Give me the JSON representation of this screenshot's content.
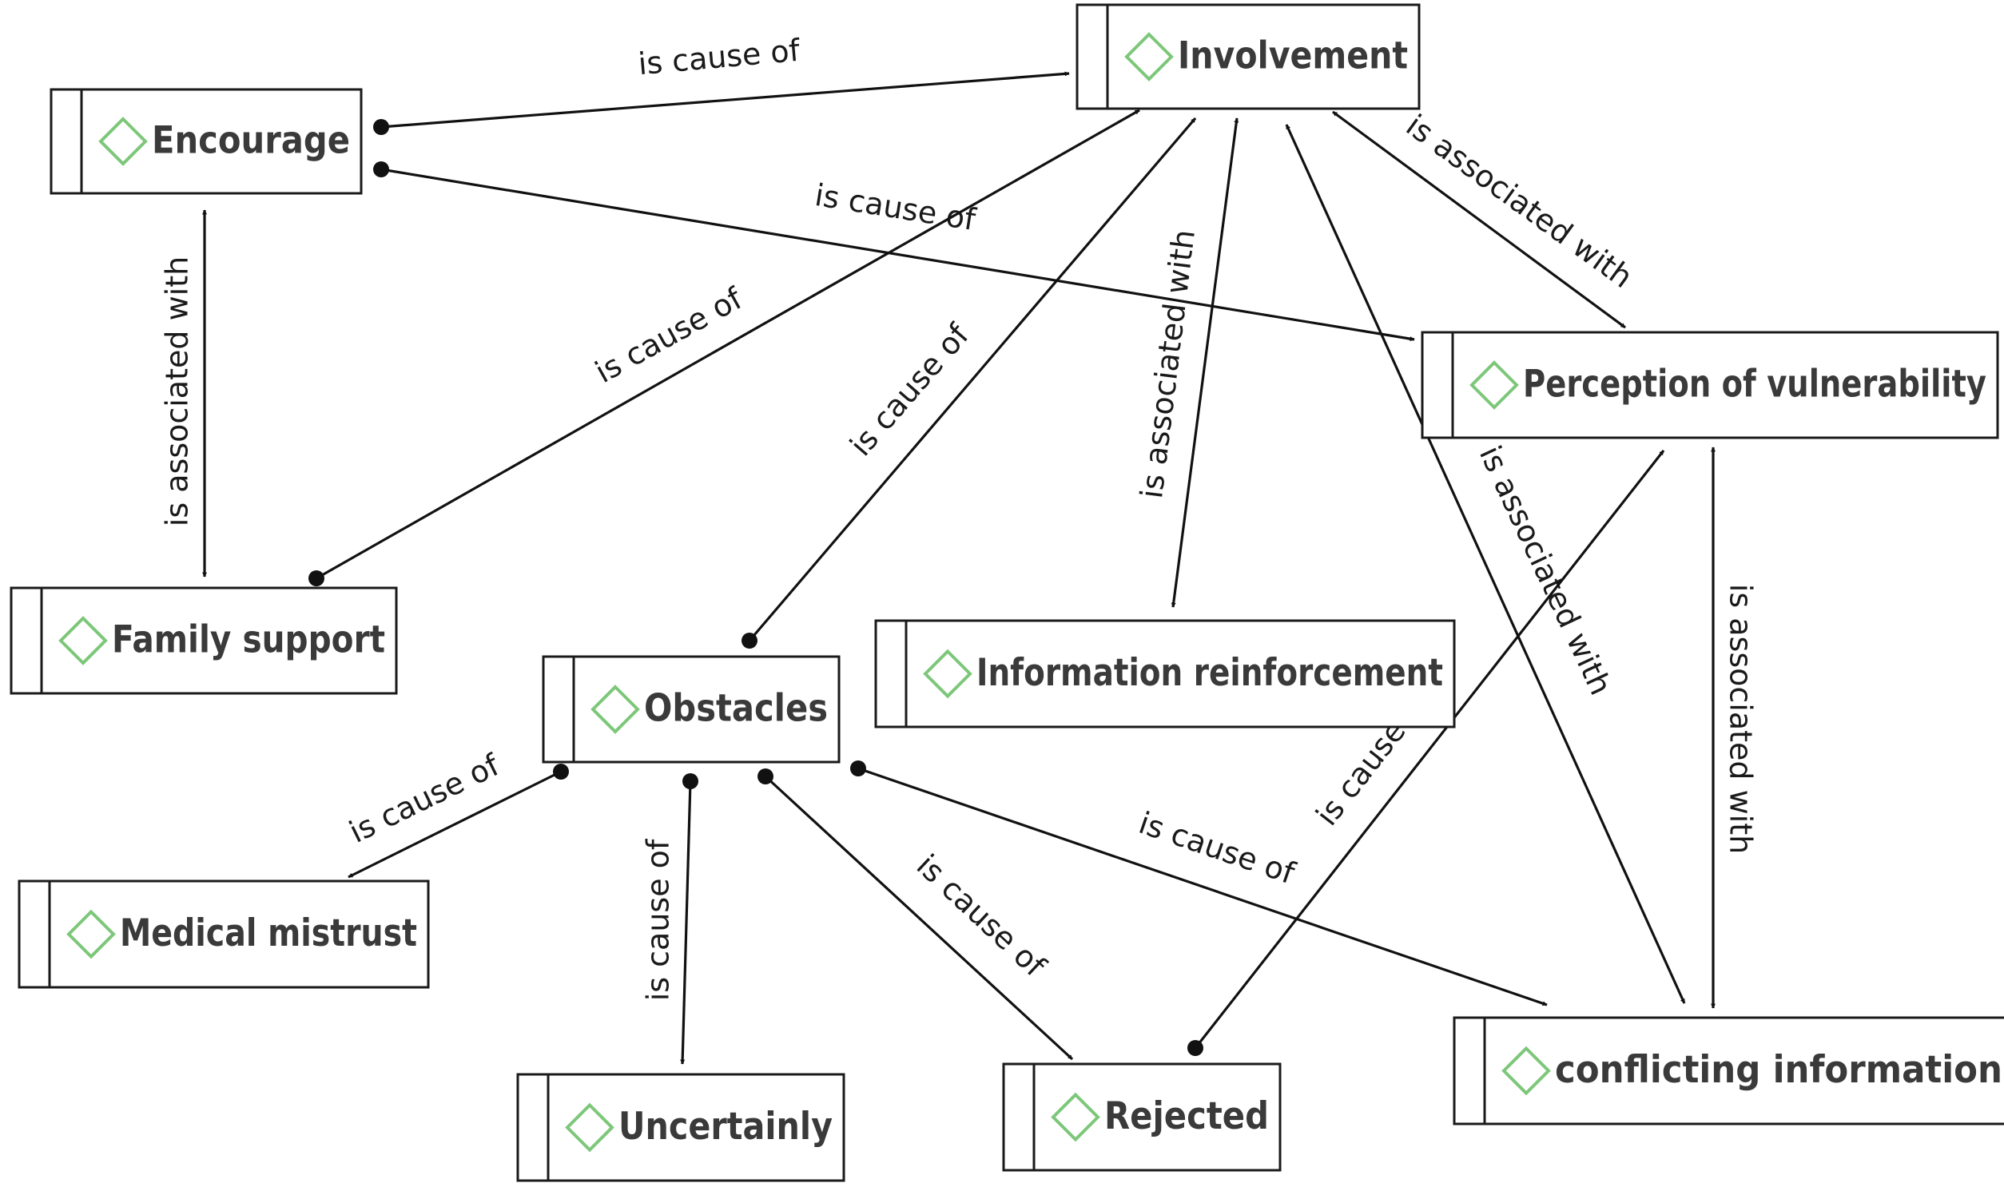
{
  "colors": {
    "icon": "#7dc77a",
    "line": "#111111",
    "box_border": "#1a1a1a",
    "node_text": "#3a3a3a"
  },
  "nodes": [
    {
      "id": "involvement",
      "label": "Involvement",
      "icon": "diamond-icon"
    },
    {
      "id": "encourage",
      "label": "Encourage",
      "icon": "diamond-icon"
    },
    {
      "id": "perception",
      "label": "Perception of vulnerability",
      "icon": "diamond-icon"
    },
    {
      "id": "family",
      "label": "Family support",
      "icon": "diamond-icon"
    },
    {
      "id": "obstacles",
      "label": "Obstacles",
      "icon": "diamond-icon"
    },
    {
      "id": "info_reinf",
      "label": "Information reinforcement",
      "icon": "diamond-icon"
    },
    {
      "id": "mistrust",
      "label": "Medical mistrust",
      "icon": "diamond-icon"
    },
    {
      "id": "uncertainly",
      "label": "Uncertainly",
      "icon": "diamond-icon"
    },
    {
      "id": "rejected",
      "label": "Rejected",
      "icon": "diamond-icon"
    },
    {
      "id": "conflicting",
      "label": "conflicting information",
      "icon": "diamond-icon"
    }
  ],
  "edges": [
    {
      "from": "encourage",
      "to": "involvement",
      "label": "is cause of",
      "style": "cause"
    },
    {
      "from": "encourage",
      "to": "perception",
      "label": "is cause of",
      "style": "cause"
    },
    {
      "from": "encourage",
      "to": "family",
      "label": "is associated with",
      "style": "association"
    },
    {
      "from": "family",
      "to": "involvement",
      "label": "is cause of",
      "style": "cause"
    },
    {
      "from": "obstacles",
      "to": "involvement",
      "label": "is cause of",
      "style": "cause"
    },
    {
      "from": "involvement",
      "to": "info_reinf",
      "label": "is associated with",
      "style": "association"
    },
    {
      "from": "involvement",
      "to": "perception",
      "label": "is associated with",
      "style": "association"
    },
    {
      "from": "involvement",
      "to": "conflicting",
      "label": "is associated with",
      "style": "association"
    },
    {
      "from": "perception",
      "to": "conflicting",
      "label": "is associated with",
      "style": "association"
    },
    {
      "from": "rejected",
      "to": "perception",
      "label": "is cause of",
      "style": "cause"
    },
    {
      "from": "obstacles",
      "to": "mistrust",
      "label": "is cause of",
      "style": "cause"
    },
    {
      "from": "obstacles",
      "to": "uncertainly",
      "label": "is cause of",
      "style": "cause"
    },
    {
      "from": "obstacles",
      "to": "rejected",
      "label": "is cause of",
      "style": "cause"
    },
    {
      "from": "obstacles",
      "to": "conflicting",
      "label": "is cause of",
      "style": "cause"
    }
  ]
}
